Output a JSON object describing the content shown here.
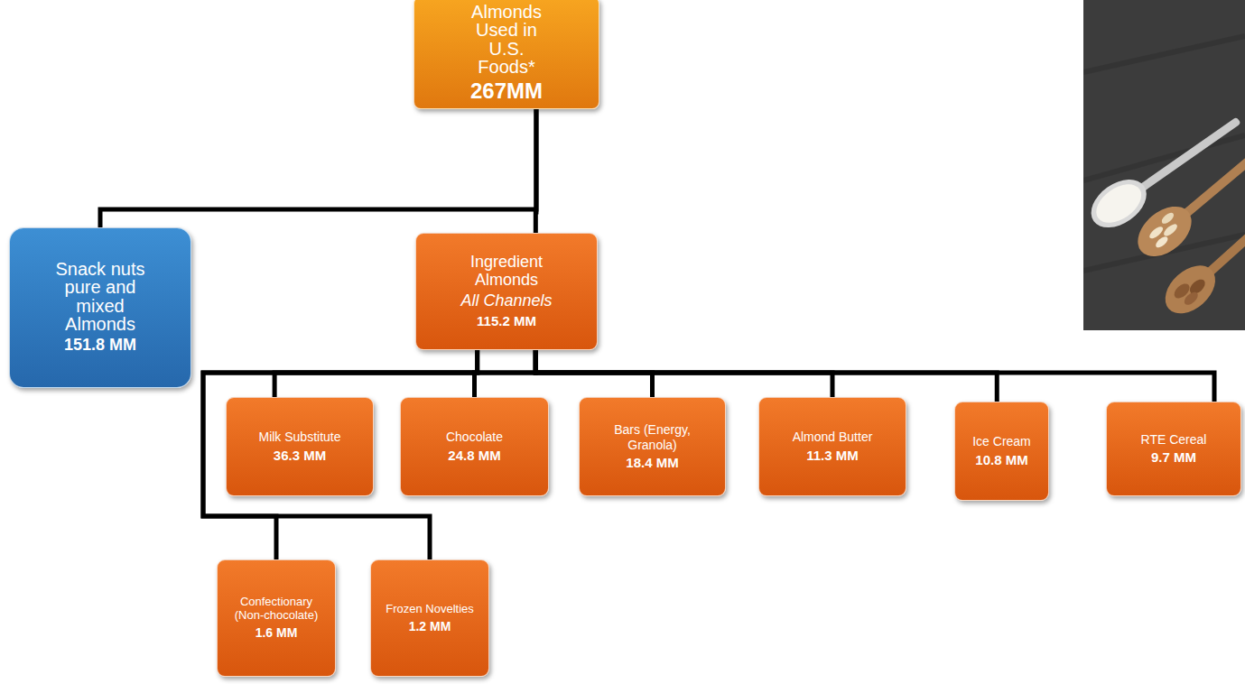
{
  "diagram": {
    "nodes": [
      {
        "text": [
          "Almonds Used in U.S. Foods*",
          "267MM"
        ]
      },
      {
        "text": [
          "Snack nuts pure and mixed Almonds",
          "151.8 MM"
        ]
      },
      {
        "text": [
          "Ingredient Almonds",
          "All Channels",
          "115.2 MM"
        ]
      },
      {
        "text": [
          "Milk Substitute",
          "36.3 MM"
        ]
      },
      {
        "text": [
          "Chocolate",
          "24.8 MM"
        ]
      },
      {
        "text": [
          "Bars (Energy, Granola)",
          "18.4 MM"
        ]
      },
      {
        "text": [
          "Almond Butter",
          "11.3 MM"
        ]
      },
      {
        "text": [
          "Ice Cream",
          "10.8 MM"
        ]
      },
      {
        "text": [
          "RTE Cereal",
          "9.7 MM"
        ]
      },
      {
        "text": [
          "Confectionary (Non-chocolate)",
          "1.6 MM"
        ]
      },
      {
        "text": [
          "Frozen Novelties",
          "1.2 MM"
        ]
      }
    ],
    "edges": [
      {
        "from": 0,
        "to": 1,
        "arrow": "none"
      },
      {
        "from": 0,
        "to": 2,
        "arrow": "none"
      },
      {
        "from": 2,
        "to": 3,
        "arrow": "none"
      },
      {
        "from": 2,
        "to": 4,
        "arrow": "none"
      },
      {
        "from": 2,
        "to": 5,
        "arrow": "none"
      },
      {
        "from": 2,
        "to": 6,
        "arrow": "none"
      },
      {
        "from": 2,
        "to": 7,
        "arrow": "none"
      },
      {
        "from": 2,
        "to": 8,
        "arrow": "none"
      },
      {
        "from": 2,
        "to": 9,
        "arrow": "none"
      },
      {
        "from": 2,
        "to": 10,
        "arrow": "none"
      }
    ]
  }
}
